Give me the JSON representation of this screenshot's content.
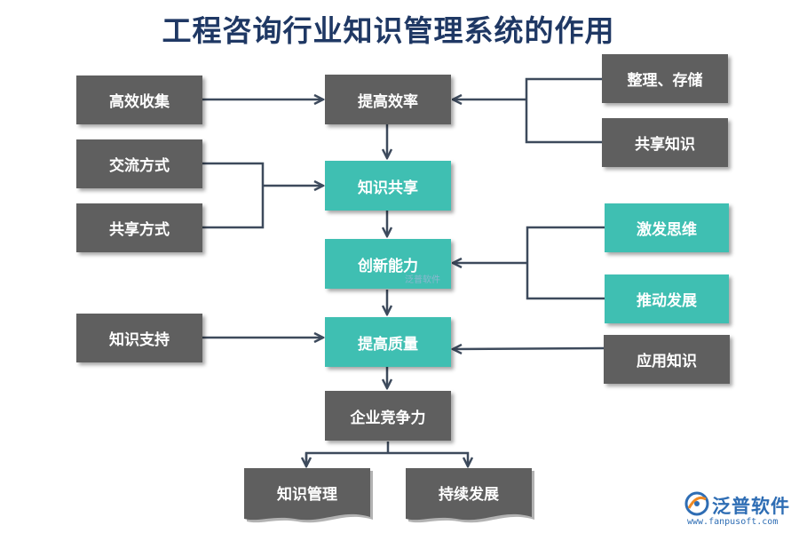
{
  "title": "工程咨询行业知识管理系统的作用",
  "nodes": {
    "efficiency": "提高效率",
    "sharing": "知识共享",
    "innovation": "创新能力",
    "quality": "提高质量",
    "competitiveness": "企业竞争力",
    "collect": "高效收集",
    "exchange": "交流方式",
    "share_mode": "共享方式",
    "support": "知识支持",
    "organize_store": "整理、存储",
    "share_knowledge": "共享知识",
    "inspire": "激发思维",
    "promote": "推动发展",
    "apply": "应用知识",
    "km": "知识管理",
    "sustain": "持续发展"
  },
  "colors": {
    "gray_box": "#5f5f5f",
    "teal_box": "#3fbfb2",
    "arrow": "#3d4a5c",
    "title": "#1f3864"
  },
  "watermark": "泛普软件",
  "logo": {
    "name": "泛普软件",
    "url": "www.fanpusoft.com"
  }
}
